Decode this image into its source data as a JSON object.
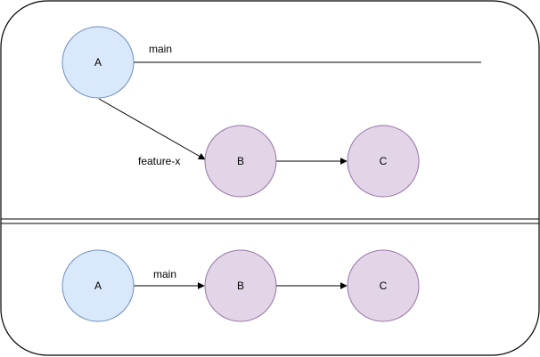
{
  "colors": {
    "main_fill": "#dae8fc",
    "main_stroke": "#6c8ebf",
    "feature_fill": "#e1d5e7",
    "feature_stroke": "#9673a6",
    "line": "#000000"
  },
  "before": {
    "node_a": "A",
    "node_b": "B",
    "node_c": "C",
    "main_label": "main",
    "feature_label": "feature-x"
  },
  "after": {
    "node_a": "A",
    "node_b": "B",
    "node_c": "C",
    "main_label": "main"
  }
}
